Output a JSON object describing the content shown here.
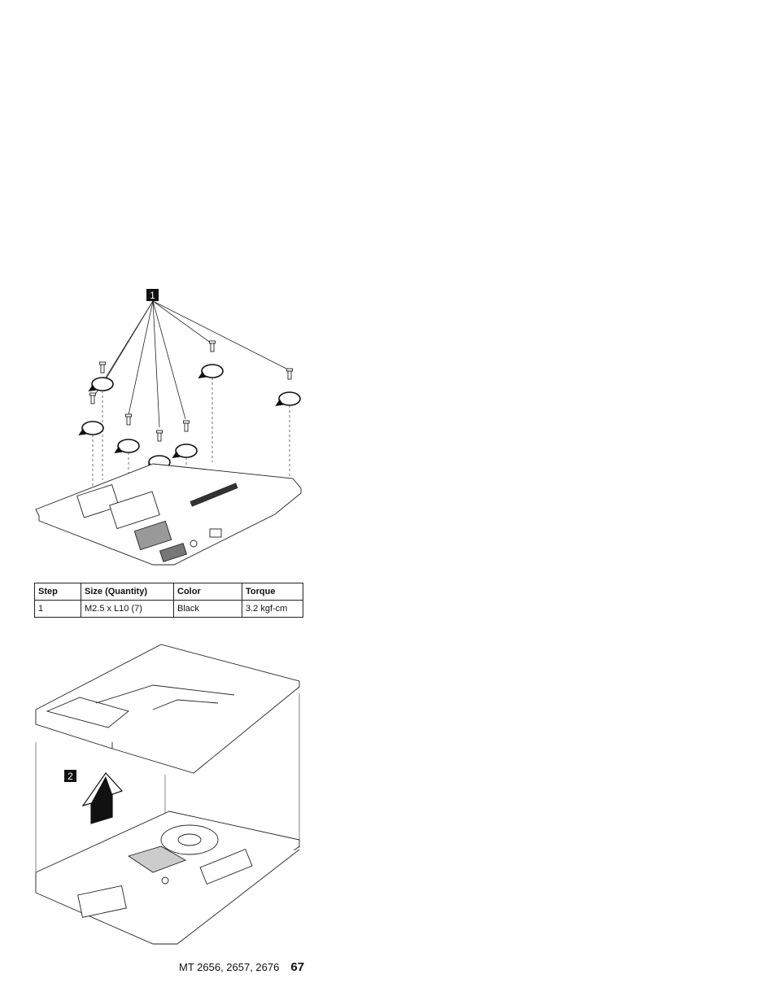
{
  "figure1": {
    "callout": "1"
  },
  "figure2": {
    "callout": "2"
  },
  "table": {
    "headers": [
      "Step",
      "Size (Quantity)",
      "Color",
      "Torque"
    ],
    "rows": [
      [
        "1",
        "M2.5 x L10 (7)",
        "Black",
        "3.2 kgf-cm"
      ]
    ]
  },
  "footer": {
    "models": "MT 2656, 2657, 2676",
    "page_number": "67"
  }
}
